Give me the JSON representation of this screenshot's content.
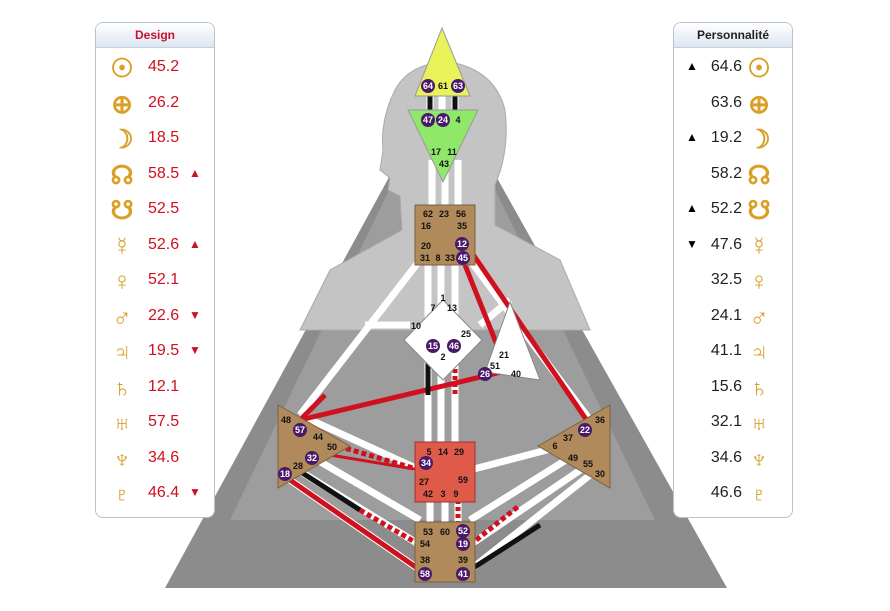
{
  "design": {
    "title": "Design",
    "rows": [
      {
        "planet": "sun-icon",
        "glyph": "☉",
        "value": "45.2",
        "arrow": ""
      },
      {
        "planet": "earth-icon",
        "glyph": "⊕",
        "value": "26.2",
        "arrow": ""
      },
      {
        "planet": "moon-icon",
        "glyph": "☽",
        "value": "18.5",
        "arrow": ""
      },
      {
        "planet": "north-node-icon",
        "glyph": "☊",
        "value": "58.5",
        "arrow": "▲"
      },
      {
        "planet": "south-node-icon",
        "glyph": "☋",
        "value": "52.5",
        "arrow": ""
      },
      {
        "planet": "mercury-icon",
        "glyph": "☿",
        "value": "52.6",
        "arrow": "▲"
      },
      {
        "planet": "venus-icon",
        "glyph": "♀",
        "value": "52.1",
        "arrow": ""
      },
      {
        "planet": "mars-icon",
        "glyph": "♂",
        "value": "22.6",
        "arrow": "▼"
      },
      {
        "planet": "jupiter-icon",
        "glyph": "♃",
        "value": "19.5",
        "arrow": "▼"
      },
      {
        "planet": "saturn-icon",
        "glyph": "♄",
        "value": "12.1",
        "arrow": ""
      },
      {
        "planet": "uranus-icon",
        "glyph": "♅",
        "value": "57.5",
        "arrow": ""
      },
      {
        "planet": "neptune-icon",
        "glyph": "♆",
        "value": "34.6",
        "arrow": ""
      },
      {
        "planet": "pluto-icon",
        "glyph": "♇",
        "value": "46.4",
        "arrow": "▼"
      }
    ]
  },
  "personality": {
    "title": "Personnalité",
    "rows": [
      {
        "planet": "sun-icon",
        "glyph": "☉",
        "value": "64.6",
        "arrow": "▲"
      },
      {
        "planet": "earth-icon",
        "glyph": "⊕",
        "value": "63.6",
        "arrow": ""
      },
      {
        "planet": "moon-icon",
        "glyph": "☽",
        "value": "19.2",
        "arrow": "▲"
      },
      {
        "planet": "north-node-icon",
        "glyph": "☊",
        "value": "58.2",
        "arrow": ""
      },
      {
        "planet": "south-node-icon",
        "glyph": "☋",
        "value": "52.2",
        "arrow": "▲"
      },
      {
        "planet": "mercury-icon",
        "glyph": "☿",
        "value": "47.6",
        "arrow": "▼"
      },
      {
        "planet": "venus-icon",
        "glyph": "♀",
        "value": "32.5",
        "arrow": ""
      },
      {
        "planet": "mars-icon",
        "glyph": "♂",
        "value": "24.1",
        "arrow": ""
      },
      {
        "planet": "jupiter-icon",
        "glyph": "♃",
        "value": "41.1",
        "arrow": ""
      },
      {
        "planet": "saturn-icon",
        "glyph": "♄",
        "value": "15.6",
        "arrow": ""
      },
      {
        "planet": "uranus-icon",
        "glyph": "♅",
        "value": "32.1",
        "arrow": ""
      },
      {
        "planet": "neptune-icon",
        "glyph": "♆",
        "value": "34.6",
        "arrow": ""
      },
      {
        "planet": "pluto-icon",
        "glyph": "♇",
        "value": "46.6",
        "arrow": ""
      }
    ]
  },
  "colors": {
    "design_red": "#d0101e",
    "glyph_gold": "#d9a028",
    "head_yellow": "#e8f35a",
    "ajna_green": "#8fe86a",
    "center_tan": "#b08a5a",
    "sacral_red": "#e05a4a",
    "gate_purple": "#4a1a6a"
  },
  "gates": [
    {
      "n": "64",
      "active": true
    },
    {
      "n": "61",
      "active": false
    },
    {
      "n": "63",
      "active": true
    },
    {
      "n": "47",
      "active": true
    },
    {
      "n": "24",
      "active": true
    },
    {
      "n": "4",
      "active": false
    },
    {
      "n": "17",
      "active": false
    },
    {
      "n": "11",
      "active": false
    },
    {
      "n": "43",
      "active": false
    },
    {
      "n": "62",
      "active": false
    },
    {
      "n": "23",
      "active": false
    },
    {
      "n": "56",
      "active": false
    },
    {
      "n": "16",
      "active": false
    },
    {
      "n": "35",
      "active": false
    },
    {
      "n": "20",
      "active": false
    },
    {
      "n": "12",
      "active": true
    },
    {
      "n": "31",
      "active": false
    },
    {
      "n": "8",
      "active": false
    },
    {
      "n": "33",
      "active": false
    },
    {
      "n": "45",
      "active": true
    },
    {
      "n": "1",
      "active": false
    },
    {
      "n": "7",
      "active": false
    },
    {
      "n": "13",
      "active": false
    },
    {
      "n": "10",
      "active": false
    },
    {
      "n": "25",
      "active": false
    },
    {
      "n": "15",
      "active": true
    },
    {
      "n": "46",
      "active": true
    },
    {
      "n": "2",
      "active": false
    },
    {
      "n": "21",
      "active": false
    },
    {
      "n": "51",
      "active": false
    },
    {
      "n": "26",
      "active": true
    },
    {
      "n": "40",
      "active": false
    },
    {
      "n": "48",
      "active": false
    },
    {
      "n": "57",
      "active": true
    },
    {
      "n": "44",
      "active": false
    },
    {
      "n": "50",
      "active": false
    },
    {
      "n": "32",
      "active": true
    },
    {
      "n": "28",
      "active": false
    },
    {
      "n": "18",
      "active": true
    },
    {
      "n": "36",
      "active": false
    },
    {
      "n": "22",
      "active": true
    },
    {
      "n": "37",
      "active": false
    },
    {
      "n": "6",
      "active": false
    },
    {
      "n": "49",
      "active": false
    },
    {
      "n": "55",
      "active": false
    },
    {
      "n": "30",
      "active": false
    },
    {
      "n": "5",
      "active": false
    },
    {
      "n": "14",
      "active": false
    },
    {
      "n": "29",
      "active": false
    },
    {
      "n": "34",
      "active": true
    },
    {
      "n": "59",
      "active": false
    },
    {
      "n": "27",
      "active": false
    },
    {
      "n": "42",
      "active": false
    },
    {
      "n": "3",
      "active": false
    },
    {
      "n": "9",
      "active": false
    },
    {
      "n": "53",
      "active": false
    },
    {
      "n": "60",
      "active": false
    },
    {
      "n": "52",
      "active": true
    },
    {
      "n": "54",
      "active": false
    },
    {
      "n": "19",
      "active": true
    },
    {
      "n": "38",
      "active": false
    },
    {
      "n": "39",
      "active": false
    },
    {
      "n": "58",
      "active": true
    },
    {
      "n": "41",
      "active": true
    }
  ]
}
